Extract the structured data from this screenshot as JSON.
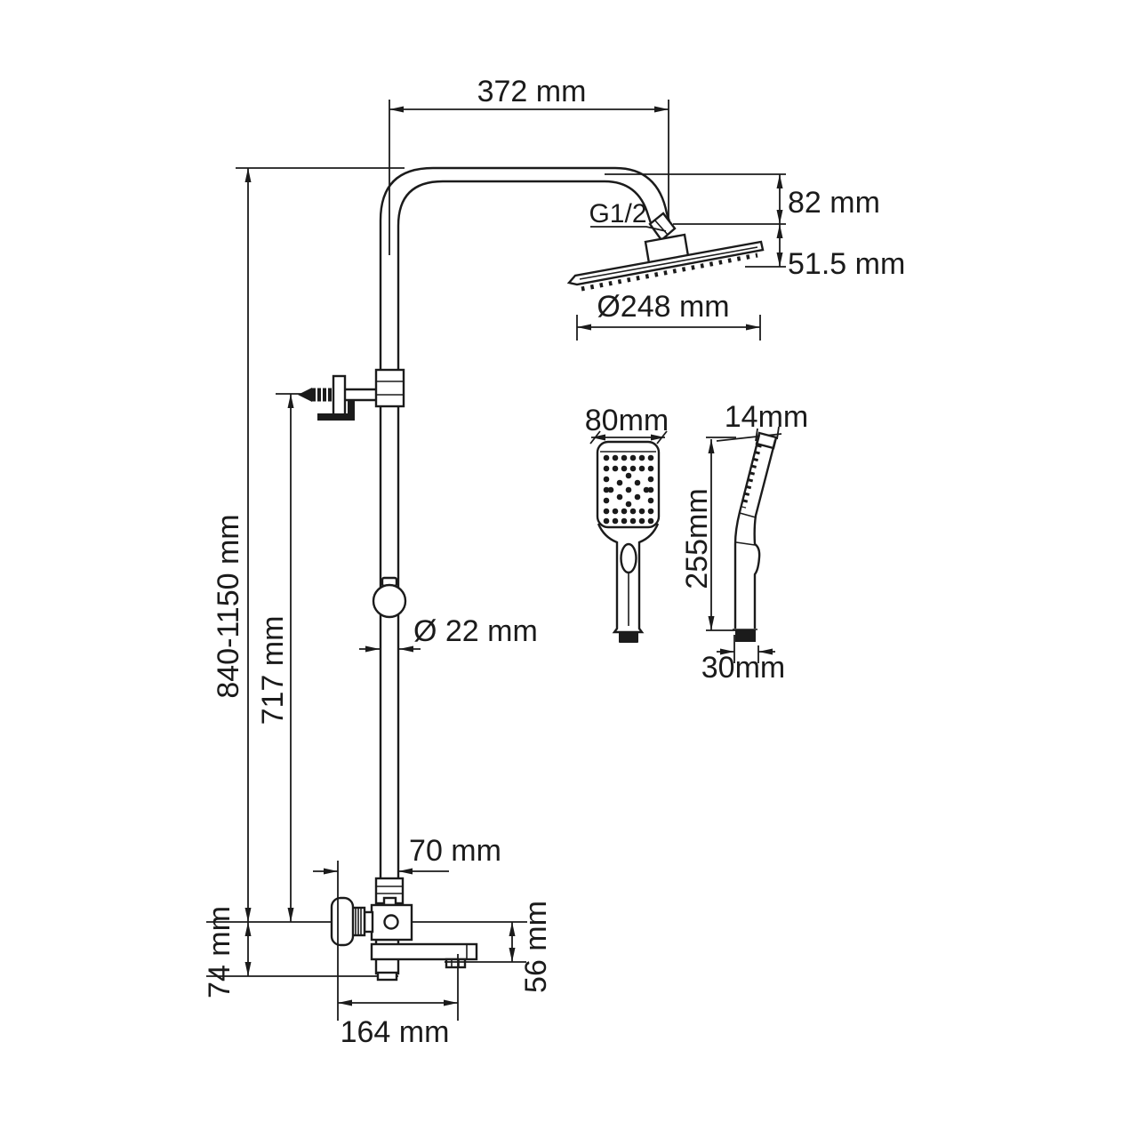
{
  "diagram": {
    "description": "Shower system technical drawing",
    "dimensions": {
      "arm_width": "372 mm",
      "thread_size": "G1/2",
      "head_height_offset": "82 mm",
      "head_edge_drop": "51.5 mm",
      "head_diameter": "Ø248 mm",
      "column_height_range": "840-1150 mm",
      "bracket_height": "717 mm",
      "pipe_diameter": "Ø 22 mm",
      "hand_shower_width": "80mm",
      "hand_shower_thickness": "14mm",
      "hand_shower_length": "255mm",
      "hand_shower_handle_width": "30mm",
      "mixer_offset": "70 mm",
      "mixer_drop": "74 mm",
      "spout_drop": "56 mm",
      "spout_length": "164 mm"
    }
  }
}
